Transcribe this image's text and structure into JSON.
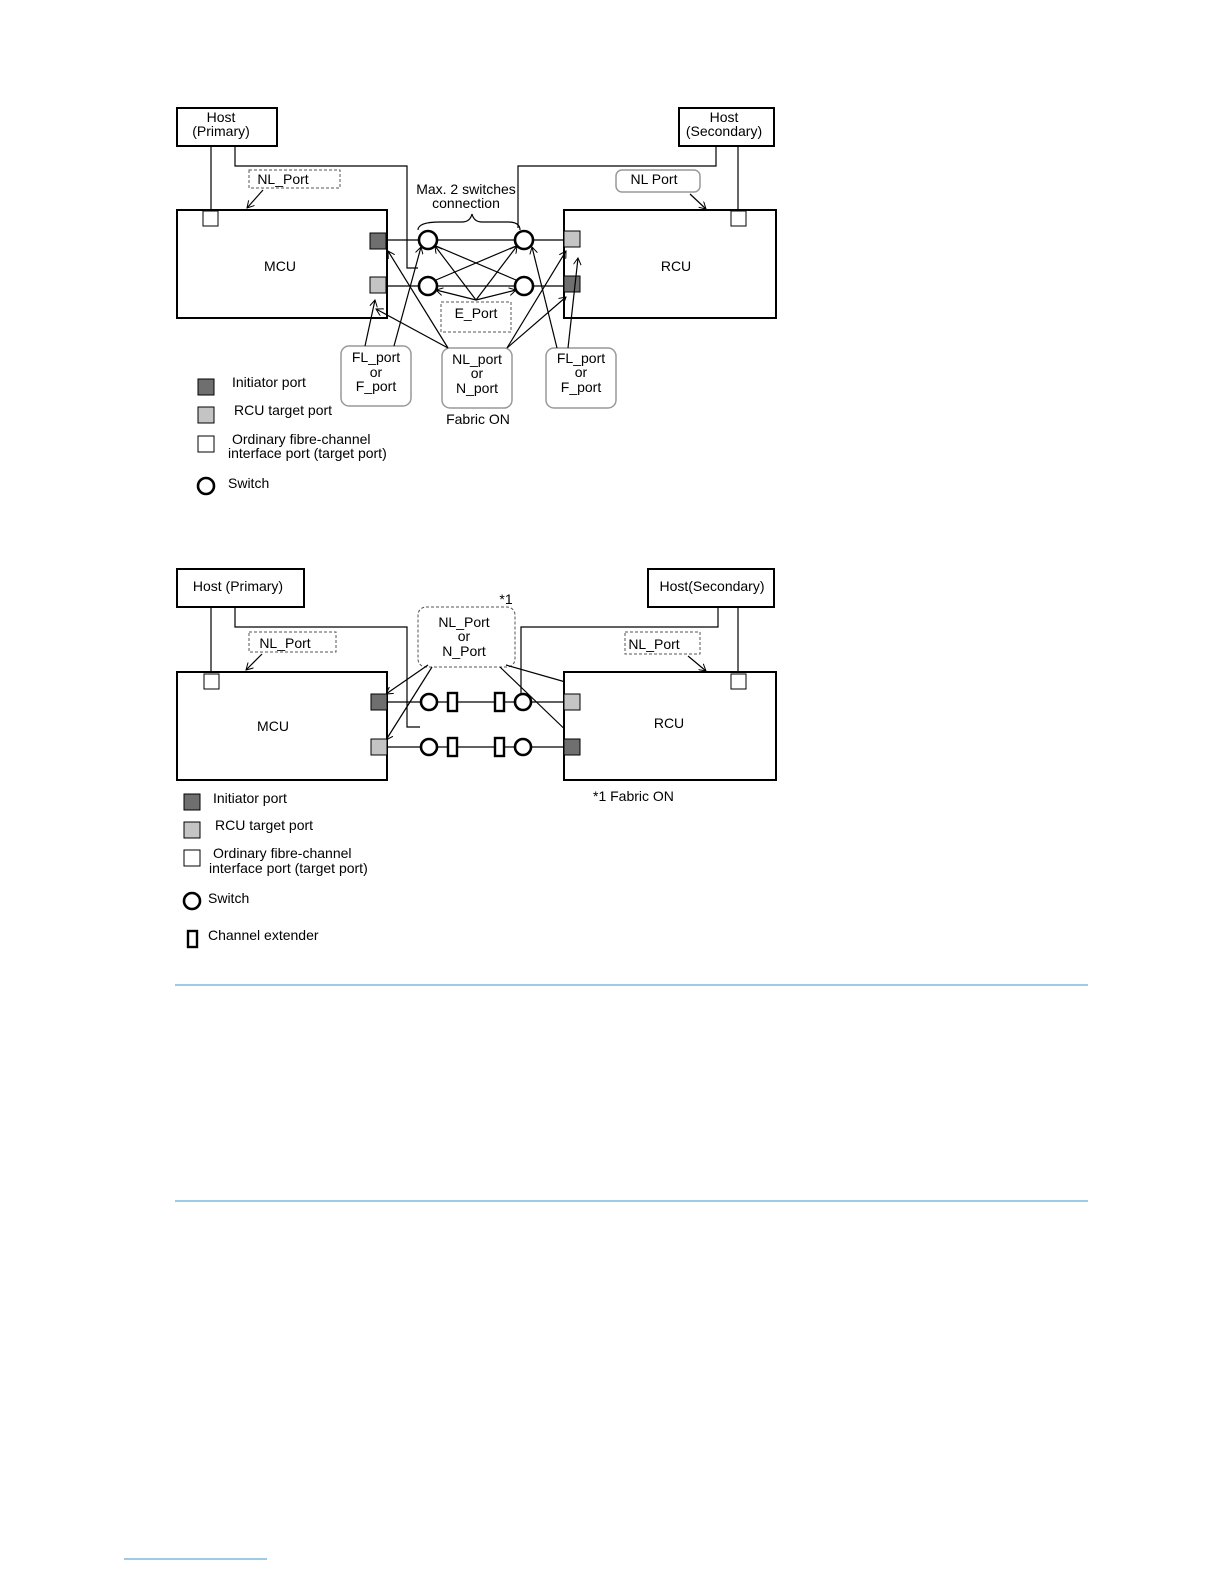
{
  "diagram1": {
    "host_primary": "Host",
    "host_primary_sub": "(Primary)",
    "host_secondary": "Host",
    "host_secondary_sub": "(Secondary)",
    "nl_port_left": "NL_Port",
    "nl_port_right": "NL  Port",
    "max_switches_1": "Max. 2 switches",
    "max_switches_2": "connection",
    "mcu": "MCU",
    "rcu": "RCU",
    "e_port": "E_Port",
    "fl_left_1": "FL_port",
    "fl_left_2": "or",
    "fl_left_3": "F_port",
    "nl_center_1": "NL_port",
    "nl_center_2": "or",
    "nl_center_3": "N_port",
    "fl_right_1": "FL_port",
    "fl_right_2": "or",
    "fl_right_3": "F_port",
    "fabric_on": "Fabric ON",
    "legend": {
      "initiator": "Initiator port",
      "rcu_target": "RCU target port",
      "ordinary_1": "Ordinary fibre-channel",
      "ordinary_2": "interface port (target port)",
      "switch": "Switch"
    }
  },
  "diagram2": {
    "host_primary": "Host (Primary)",
    "host_secondary": "Host(Secondary)",
    "nl_port_left": "NL_Port",
    "nl_port_right": "NL_Port",
    "note_mark": "*1",
    "center_1": "NL_Port",
    "center_2": "or",
    "center_3": "N_Port",
    "mcu": "MCU",
    "rcu": "RCU",
    "fabric_note": "*1 Fabric ON",
    "legend": {
      "initiator": "Initiator port",
      "rcu_target": "RCU target port",
      "ordinary_1": "Ordinary fibre-channel",
      "ordinary_2": "interface port (target port)",
      "switch": "Switch",
      "extender": "Channel extender"
    }
  }
}
